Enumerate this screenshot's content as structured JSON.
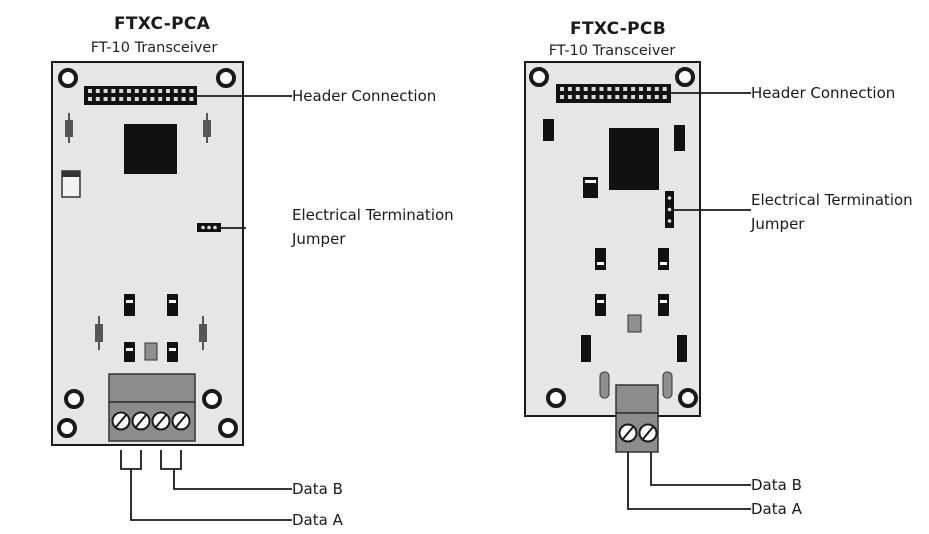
{
  "boards": [
    {
      "title": "FTXC-PCA",
      "subtitle": "FT-10 Transceiver",
      "labels": {
        "header": "Header Connection",
        "termination_line1": "Electrical Termination",
        "termination_line2": "Jumper",
        "data_b": "Data B",
        "data_a": "Data A"
      }
    },
    {
      "title": "FTXC-PCB",
      "subtitle": "FT-10 Transceiver",
      "labels": {
        "header": "Header Connection",
        "termination_line1": "Electrical Termination",
        "termination_line2": "Jumper",
        "data_b": "Data B",
        "data_a": "Data A"
      }
    }
  ],
  "colors": {
    "board_fill": "#e6e6e6",
    "board_stroke": "#1a1a1a",
    "chip": "#111111",
    "terminal_block": "#8c8c8c",
    "terminal_block_light": "#a8a8a8",
    "component_gray": "#8f8f8f"
  }
}
